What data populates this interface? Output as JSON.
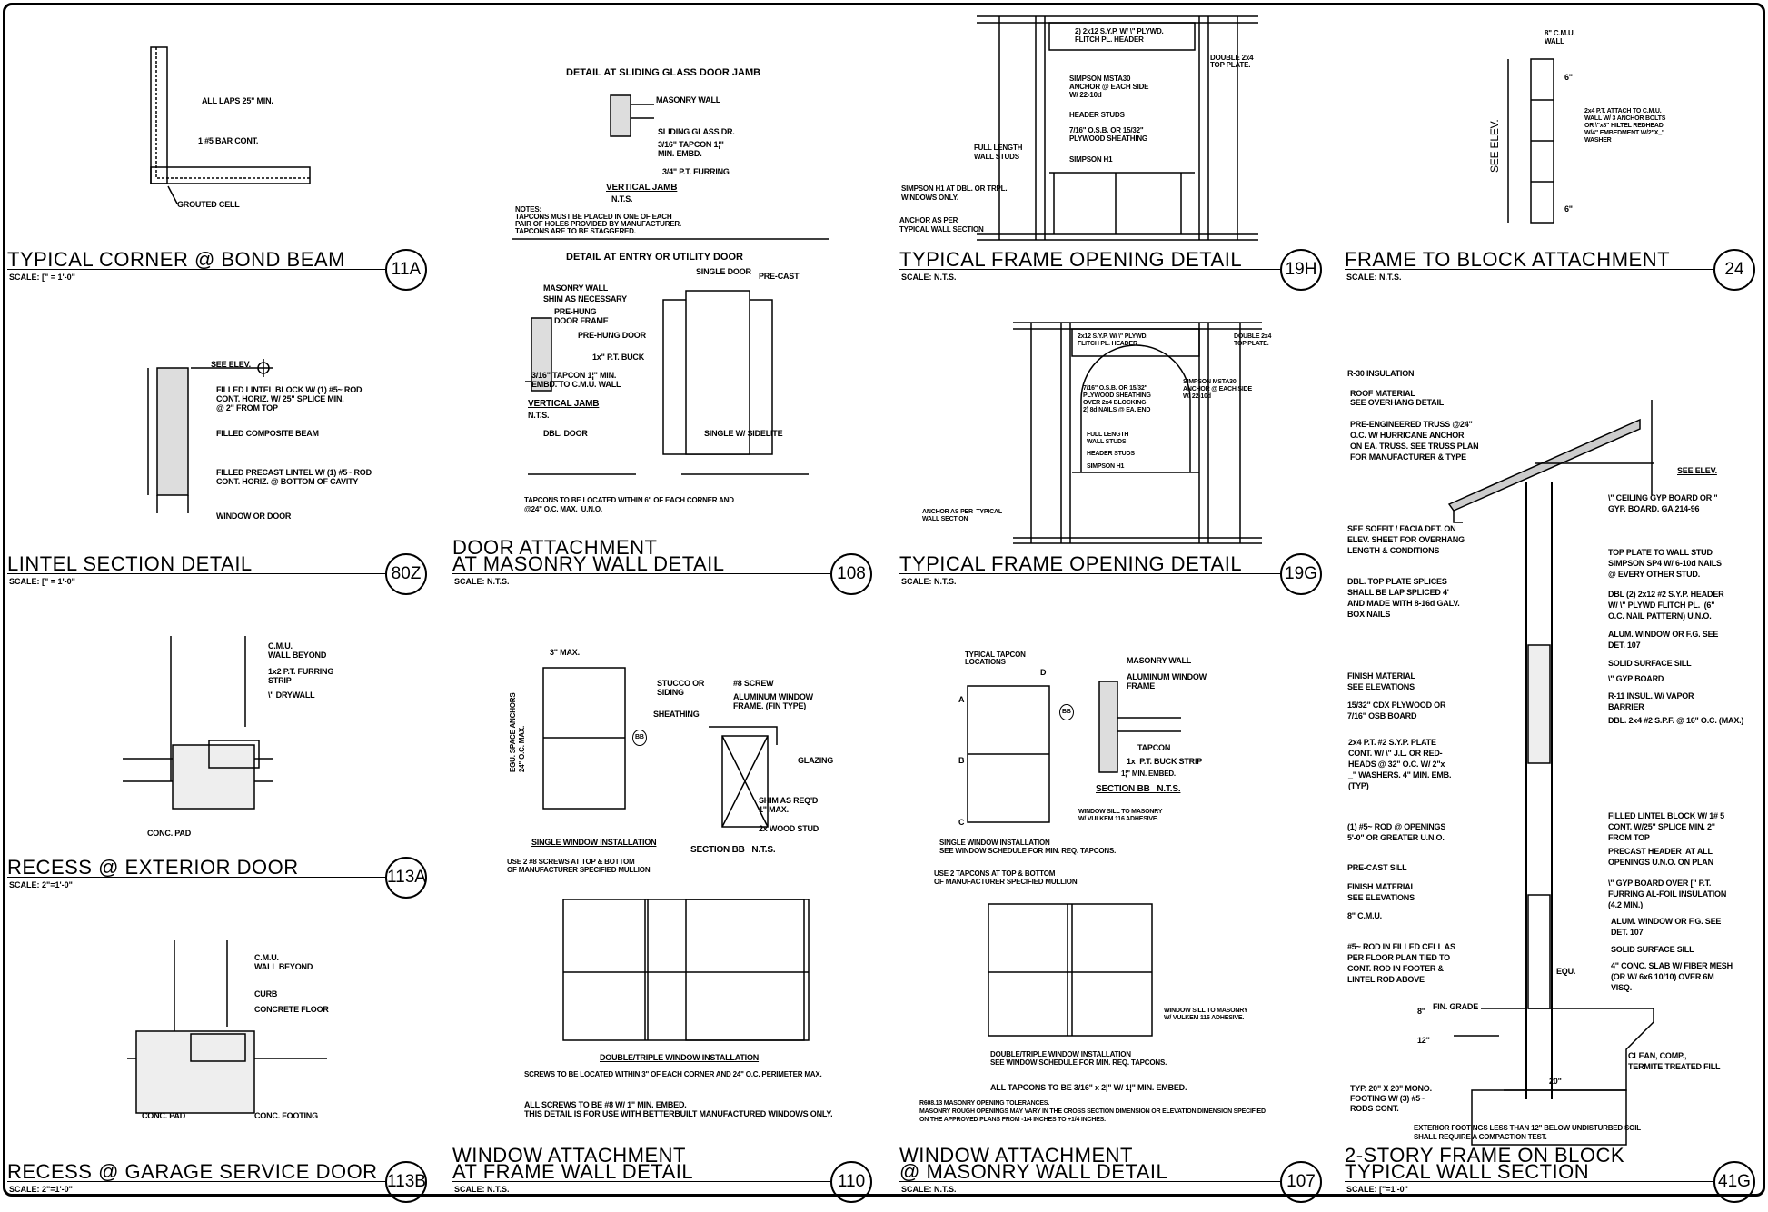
{
  "details": {
    "d11A": {
      "title": "TYPICAL CORNER  @ BOND BEAM",
      "scale": "SCALE: [\" = 1'-0\"",
      "id": "11A",
      "notes": [
        "ALL LAPS 25\" MIN.",
        "1 #5 BAR CONT.",
        "GROUTED CELL"
      ]
    },
    "d80Z": {
      "title": "LINTEL SECTION DETAIL",
      "scale": "SCALE: [\" = 1'-0\"",
      "id": "80Z",
      "notes": [
        "SEE ELEV.",
        "FILLED LINTEL BLOCK W/ (1) #5~ ROD\nCONT. HORIZ. W/ 25\" SPLICE MIN.\n@ 2\" FROM TOP",
        "FILLED COMPOSITE BEAM",
        "FILLED PRECAST LINTEL W/ (1) #5~ ROD\nCONT. HORIZ. @ BOTTOM OF CAVITY",
        "WINDOW OR DOOR"
      ]
    },
    "d113A": {
      "title": "RECESS @ EXTERIOR DOOR",
      "scale": "SCALE: 2\"=1'-0\"",
      "id": "113A",
      "notes": [
        "C.M.U.\nWALL BEYOND",
        "1x2 P.T. FURRING\nSTRIP",
        "\\\" DRYWALL",
        "CONC. PAD"
      ]
    },
    "d113B": {
      "title": "RECESS @ GARAGE SERVICE DOOR",
      "scale": "SCALE: 2\"=1'-0\"",
      "id": "113B",
      "notes": [
        "C.M.U.\nWALL BEYOND",
        "CURB",
        "CONCRETE FLOOR",
        "CONC. PAD",
        "CONC. FOOTING"
      ]
    },
    "d108": {
      "title1": "DOOR ATTACHMENT",
      "title2": "AT MASONRY WALL DETAIL",
      "scale": "SCALE: N.T.S.",
      "id": "108",
      "heading1": "DETAIL AT SLIDING GLASS DOOR JAMB",
      "heading2": "DETAIL AT ENTRY OR UTILITY DOOR",
      "notes": [
        "MASONRY WALL",
        "SLIDING GLASS DR.",
        "3/16\" TAPCON 1¦\"\nMIN. EMBD.",
        "3/4\" P.T. FURRING",
        "VERTICAL JAMB",
        "N.T.S.",
        "NOTES:\nTAPCONS MUST BE PLACED IN ONE OF EACH\nPAIR OF HOLES PROVIDED BY MANUFACTURER.\nTAPCONS ARE TO BE STAGGERED.",
        "MASONRY WALL",
        "SHIM AS NECESSARY",
        "PRE-HUNG\nDOOR FRAME",
        "PRE-HUNG DOOR",
        "1x\" P.T. BUCK",
        "3/16\" TAPCON 1¦\" MIN.\nEMBD. TO C.M.U. WALL",
        "SINGLE DOOR",
        "PRE-CAST",
        "VERTICAL JAMB",
        "N.T.S.",
        "DBL. DOOR",
        "SINGLE W/ SIDELITE",
        "TAPCONS TO BE LOCATED WITHIN 6\" OF EACH CORNER AND\n@24\" O.C. MAX.  U.N.O."
      ]
    },
    "d110": {
      "title1": "WINDOW ATTACHMENT",
      "title2": "AT FRAME WALL DETAIL",
      "scale": "SCALE: N.T.S.",
      "id": "110",
      "notes": [
        "STUCCO OR\nSIDING",
        "SHEATHING",
        "#8 SCREW",
        "ALUMINUM WINDOW\nFRAME. (FIN TYPE)",
        "GLAZING",
        "SHIM AS REQ'D\n1\" MAX.",
        "2x WOOD STUD",
        "SECTION BB   N.T.S.",
        "SINGLE WINDOW INSTALLATION",
        "USE 2 #8 SCREWS AT TOP & BOTTOM\nOF MANUFACTURER SPECIFIED MULLION",
        "DOUBLE/TRIPLE WINDOW INSTALLATION",
        "SCREWS TO BE LOCATED WITHIN 3\" OF EACH CORNER AND 24\" O.C. PERIMETER MAX.",
        "ALL SCREWS TO BE #8 W/ 1\" MIN. EMBED.\nTHIS DETAIL IS FOR USE WITH BETTERBUILT MANUFACTURED WINDOWS ONLY.",
        "EGU. SPACE ANCHORS\n24\" O.C. MAX.",
        "3\" MAX.",
        "BB"
      ]
    },
    "d107": {
      "title1": "WINDOW ATTACHMENT",
      "title2": "@ MASONRY WALL DETAIL",
      "scale": "SCALE: N.T.S.",
      "id": "107",
      "notes": [
        "TYPICAL TAPCON\nLOCATIONS",
        "MASONRY WALL",
        "ALUMINUM WINDOW\nFRAME",
        "TAPCON",
        "1x  P.T. BUCK STRIP",
        "1¦\" MIN. EMBED.",
        "SECTION BB   N.T.S.",
        "WINDOW SILL TO MASONRY\nW/ VULKEM 116 ADHESIVE.",
        "SINGLE WINDOW INSTALLATION\nSEE WINDOW SCHEDULE FOR MIN. REQ. TAPCONS.",
        "USE 2 TAPCONS AT TOP & BOTTOM\nOF MANUFACTURER SPECIFIED MULLION",
        "WINDOW SILL TO MASONRY\nW/ VULKEM 116 ADHESIVE.",
        "DOUBLE/TRIPLE WINDOW INSTALLATION\nSEE WINDOW SCHEDULE FOR MIN. REQ. TAPCONS.",
        "ALL TAPCONS TO BE 3/16\" x 2¦\" W/ 1¦\" MIN. EMBED.",
        "R608.13 MASONRY OPENING TOLERANCES.\nMASONRY ROUGH OPENINGS MAY VARY IN THE CROSS SECTION DIMENSION OR ELEVATION DIMENSION SPECIFIED\nON THE APPROVED PLANS FROM -1/4 INCHES TO +1/4 INCHES.",
        "A",
        "B",
        "C",
        "D",
        "BB"
      ]
    },
    "d19H": {
      "title": "TYPICAL FRAME OPENING DETAIL",
      "scale": "SCALE: N.T.S.",
      "id": "19H",
      "notes": [
        "2) 2x12 S.Y.P. W/ \\\" PLYWD.\nFLITCH PL. HEADER",
        "DOUBLE 2x4\nTOP PLATE.",
        "SIMPSON MSTA30\nANCHOR @ EACH SIDE\nW/ 22-10d",
        "HEADER STUDS",
        "7/16\" O.S.B. OR 15/32\"\nPLYWOOD SHEATHING",
        "FULL LENGTH\nWALL STUDS",
        "SIMPSON H1",
        "SIMPSON H1 AT DBL. OR TRPL.\nWINDOWS ONLY.",
        "ANCHOR AS PER\nTYPICAL WALL SECTION"
      ]
    },
    "d19G": {
      "title": "TYPICAL FRAME OPENING DETAIL",
      "scale": "SCALE: N.T.S.",
      "id": "19G",
      "notes": [
        "2x12 S.Y.P. W/ \\\" PLYWD.\nFLITCH PL. HEADER",
        "DOUBLE 2x4\nTOP PLATE.",
        "SIMPSON MSTA30\nANCHOR @ EACH SIDE\nW/ 22-10d",
        "7/16\" O.S.B. OR 15/32\"\nPLYWOOD SHEATHING\nOVER 2x4 BLOCKING\n2) 8d NAILS @ EA. END",
        "FULL LENGTH\nWALL STUDS",
        "HEADER STUDS",
        "SIMPSON H1",
        "ANCHOR AS PER  TYPICAL\nWALL SECTION"
      ]
    },
    "d24": {
      "title": "FRAME TO BLOCK ATTACHMENT",
      "scale": "SCALE: N.T.S.",
      "id": "24",
      "notes": [
        "8\" C.M.U.\nWALL",
        "2x4 P.T. ATTACH TO C.M.U.\nWALL W/ 3 ANCHOR BOLTS\nOR \\\"x8\" HILTEL REDHEAD\nW/4\" EMBEDMENT W/2\"X_\"\nWASHER",
        "SEE ELEV.",
        "6\"",
        "6\""
      ]
    },
    "d41G": {
      "title1": "2-STORY FRAME ON BLOCK",
      "title2": "TYPICAL WALL SECTION",
      "scale": "SCALE: [\"=1'-0\"",
      "id": "41G",
      "notes": [
        "R-30 INSULATION",
        "ROOF MATERIAL\nSEE OVERHANG DETAIL",
        "PRE-ENGINEERED TRUSS @24\"\nO.C. W/ HURRICANE ANCHOR\nON EA. TRUSS. SEE TRUSS PLAN\nFOR MANUFACTURER & TYPE",
        "SEE ELEV.",
        "\\\" CEILING GYP BOARD OR \"\nGYP. BOARD. GA 214-96",
        "SEE SOFFIT / FACIA DET. ON\nELEV. SHEET FOR OVERHANG\nLENGTH & CONDITIONS",
        "TOP PLATE TO WALL STUD\nSIMPSON SP4 W/ 6-10d NAILS\n@ EVERY OTHER STUD.",
        "DBL. TOP PLATE SPLICES\nSHALL BE LAP SPLICED 4'\nAND MADE WITH 8-16d GALV.\nBOX NAILS",
        "DBL (2) 2x12 #2 S.Y.P. HEADER\nW/ \\\" PLYWD FLITCH PL.  (6\"\nO.C. NAIL PATTERN) U.N.O.",
        "ALUM. WINDOW OR F.G. SEE\nDET. 107",
        "SOLID SURFACE SILL",
        "\\\" GYP BOARD",
        "R-11 INSUL. W/ VAPOR\nBARRIER",
        "DBL. 2x4 #2 S.P.F. @ 16\" O.C. (MAX.)",
        "FINISH MATERIAL\nSEE ELEVATIONS",
        "15/32\" CDX PLYWOOD OR\n7/16\" OSB BOARD",
        "2x4 P.T. #2 S.Y.P. PLATE\nCONT. W/ \\\" J.L. OR RED-\nHEADS @ 32\" O.C. W/ 2\"x\n_\" WASHERS. 4\" MIN. EMB.\n(TYP)",
        "(1) #5~ ROD @ OPENINGS\n5'-0\" OR GREATER U.N.O.",
        "FILLED LINTEL BLOCK W/ 1# 5\nCONT. W/25\" SPLICE MIN. 2\"\nFROM TOP",
        "PRECAST HEADER  AT ALL\nOPENINGS U.N.O. ON PLAN",
        "\\\" GYP BOARD OVER [\" P.T.\nFURRING AL-FOIL INSULATION\n(4.2 MIN.)",
        "ALUM. WINDOW OR F.G. SEE\nDET. 107",
        "SOLID SURFACE SILL",
        "4\" CONC. SLAB W/ FIBER MESH\n(OR W/ 6x6 10/10) OVER 6M\nVISQ.",
        "PRE-CAST SILL",
        "FINISH MATERIAL\nSEE ELEVATIONS",
        "8\" C.M.U.",
        "#5~ ROD IN FILLED CELL AS\nPER FLOOR PLAN TIED TO\nCONT. ROD IN FOOTER &\nLINTEL ROD ABOVE",
        "FIN. GRADE",
        "EQU.",
        "CLEAN, COMP.,\nTERMITE TREATED FILL",
        "TYP. 20\" X 20\" MONO.\nFOOTING W/ (3) #5~\nRODS CONT.",
        "EXTERIOR FOOTINGS LESS THAN 12\" BELOW UNDISTURBED SOIL\nSHALL REQUIRE A COMPACTION TEST.",
        "20\"",
        "12\"",
        "8\""
      ]
    }
  }
}
